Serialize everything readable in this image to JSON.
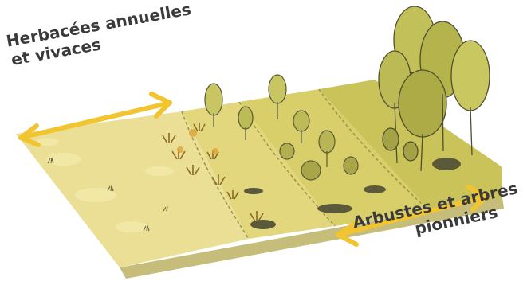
{
  "labels": {
    "left_line1": "Herbacées annuelles",
    "left_line2": "et vivaces",
    "right_line1": "Arbustes et arbres",
    "right_line2": "pionniers"
  },
  "colors": {
    "arrow": "#f2c530",
    "text": "#3a3a3a",
    "meadow": "#eadf95",
    "shrub_zone": "#d9cf6a",
    "tree_zone": "#c9c35a",
    "foliage": "#b9b84a",
    "ink": "#4a4a3a"
  }
}
